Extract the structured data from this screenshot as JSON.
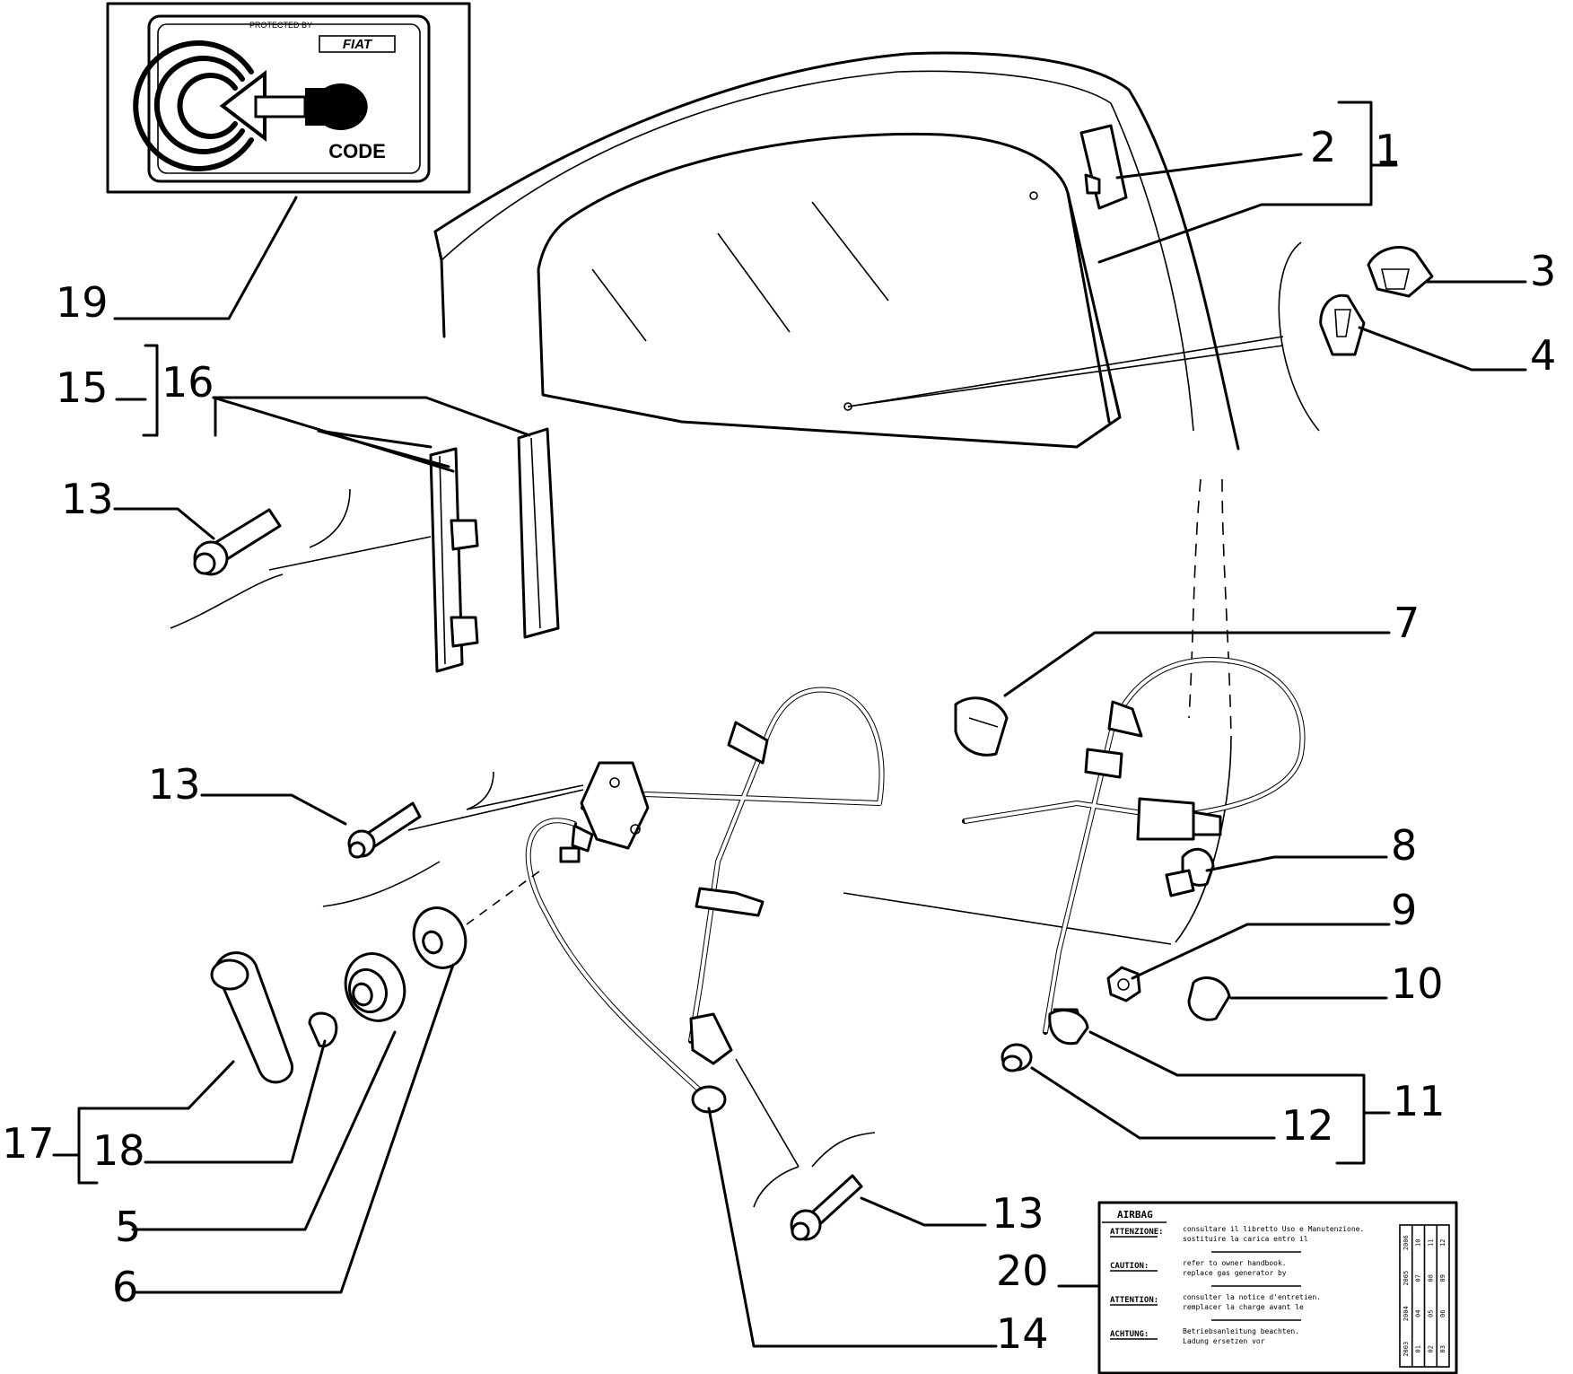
{
  "callouts": {
    "c1": "1",
    "c2": "2",
    "c3": "3",
    "c4": "4",
    "c5": "5",
    "c6": "6",
    "c7": "7",
    "c8": "8",
    "c9": "9",
    "c10": "10",
    "c11": "11",
    "c12": "12",
    "c13a": "13",
    "c13b": "13",
    "c13c": "13",
    "c14": "14",
    "c15": "15",
    "c16": "16",
    "c17": "17",
    "c18": "18",
    "c19": "19",
    "c20": "20"
  },
  "code_label": {
    "header": "PROTECTED BY",
    "brand": "FIAT",
    "caption": "CODE"
  },
  "airbag_label": {
    "title": "AIRBAG",
    "rows": [
      {
        "lang": "ATTENZIONE:",
        "line1": "consultare il libretto Uso e Manutenzione.",
        "line2": "sostituire la carica entro il"
      },
      {
        "lang": "CAUTION:",
        "line1": "refer to owner handbook.",
        "line2": "replace gas generator by"
      },
      {
        "lang": "ATTENTION:",
        "line1": "consulter la notice d'entretien.",
        "line2": "remplacer la charge avant le"
      },
      {
        "lang": "ACHTUNG:",
        "line1": "Betriebsanleitung beachten.",
        "line2": "Ladung ersetzen vor"
      }
    ],
    "years": [
      "2003",
      "2004",
      "2005",
      "2006"
    ],
    "months": [
      "01",
      "02",
      "03",
      "04",
      "05",
      "06",
      "07",
      "08",
      "09",
      "10",
      "11",
      "12"
    ]
  },
  "colors": {
    "line": "#000000",
    "background": "#ffffff"
  }
}
